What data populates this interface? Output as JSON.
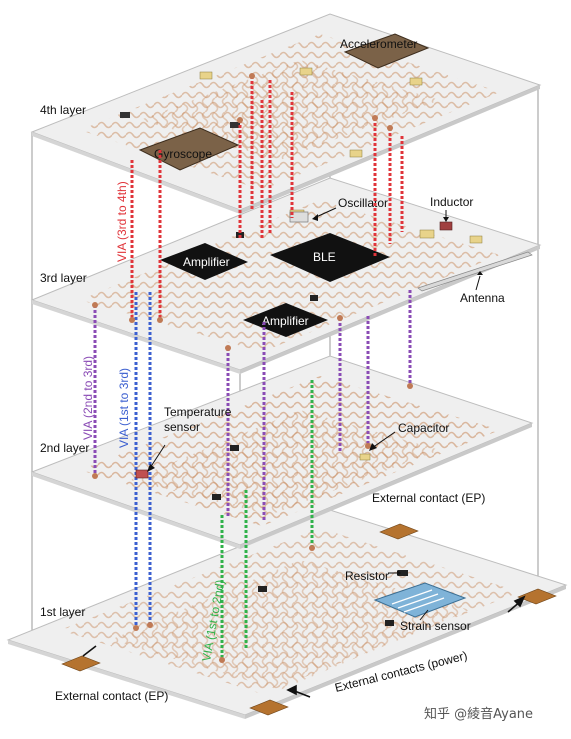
{
  "layers": {
    "layer1": "1st layer",
    "layer2": "2nd layer",
    "layer3": "3rd layer",
    "layer4": "4th layer"
  },
  "components": {
    "accelerometer": "Accelerometer",
    "gyroscope": "Gyroscope",
    "oscillator": "Oscillator",
    "inductor": "Inductor",
    "amplifier_top": "Amplifier",
    "ble": "BLE",
    "amplifier_bottom": "Amplifier",
    "antenna": "Antenna",
    "temperature_sensor_line1": "Temperature",
    "temperature_sensor_line2": "sensor",
    "capacitor": "Capacitor",
    "resistor": "Resistor",
    "strain_sensor": "Strain sensor",
    "external_contact_ep_right": "External contact (EP)",
    "external_contact_ep_left": "External contact (EP)",
    "external_contacts_power": "External contacts (power)"
  },
  "vias": {
    "via_3rd_to_4th": "VIA (3rd to 4th)",
    "via_2nd_to_3rd": "VIA (2nd to 3rd)",
    "via_1st_to_3rd": "VIA (1st to 3rd)",
    "via_1st_to_2nd": "VIA (1st to 2nd)"
  },
  "colors": {
    "via_3rd_to_4th": "#e0343a",
    "via_2nd_to_3rd": "#8a4bb5",
    "via_1st_to_3rd": "#3b5fd0",
    "via_1st_to_2nd": "#2fb24a",
    "trace": "#c88a5c",
    "contact_pad": "#b5732f",
    "chip": "#111111"
  },
  "watermark": "知乎 @綾音Ayane"
}
